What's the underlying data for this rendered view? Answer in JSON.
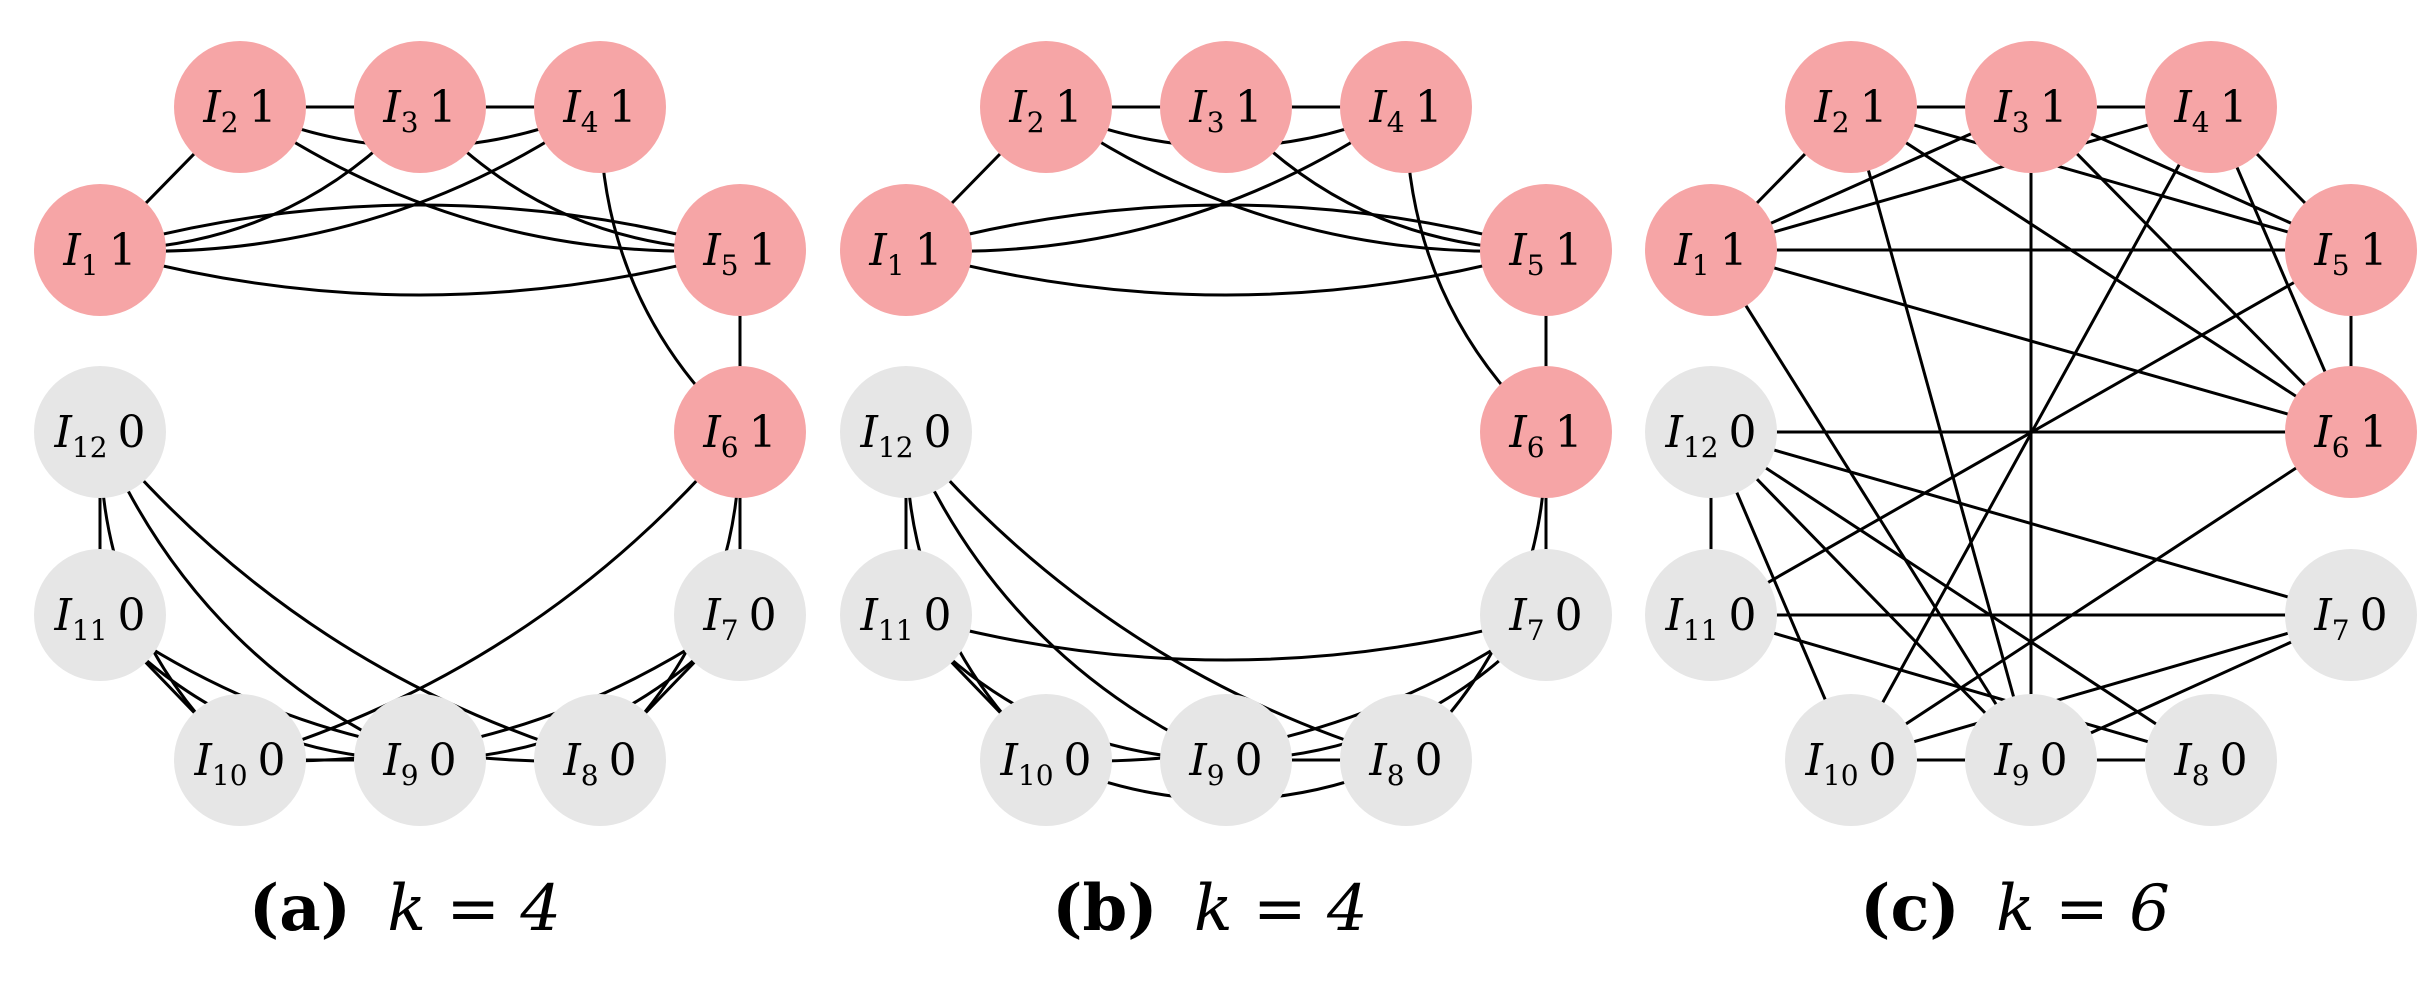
{
  "colors": {
    "active": "#f6a5a6",
    "inactive": "#e6e6e6",
    "edge": "#000000",
    "background": "#ffffff"
  },
  "panels": [
    {
      "id": "a",
      "caption": {
        "label": "(a)",
        "expr": "k = 4"
      },
      "nodes": [
        {
          "id": 1,
          "letter": "I",
          "sub": "1",
          "value": "1",
          "active": true
        },
        {
          "id": 2,
          "letter": "I",
          "sub": "2",
          "value": "1",
          "active": true
        },
        {
          "id": 3,
          "letter": "I",
          "sub": "3",
          "value": "1",
          "active": true
        },
        {
          "id": 4,
          "letter": "I",
          "sub": "4",
          "value": "1",
          "active": true
        },
        {
          "id": 5,
          "letter": "I",
          "sub": "5",
          "value": "1",
          "active": true
        },
        {
          "id": 6,
          "letter": "I",
          "sub": "6",
          "value": "1",
          "active": true
        },
        {
          "id": 7,
          "letter": "I",
          "sub": "7",
          "value": "0",
          "active": false
        },
        {
          "id": 8,
          "letter": "I",
          "sub": "8",
          "value": "0",
          "active": false
        },
        {
          "id": 9,
          "letter": "I",
          "sub": "9",
          "value": "0",
          "active": false
        },
        {
          "id": 10,
          "letter": "I",
          "sub": "10",
          "value": "0",
          "active": false
        },
        {
          "id": 11,
          "letter": "I",
          "sub": "11",
          "value": "0",
          "active": false
        },
        {
          "id": 12,
          "letter": "I",
          "sub": "12",
          "value": "0",
          "active": false
        }
      ],
      "edges": [
        [
          1,
          2
        ],
        [
          2,
          3
        ],
        [
          3,
          4
        ],
        [
          5,
          6
        ],
        [
          6,
          7
        ],
        [
          7,
          8
        ],
        [
          9,
          10
        ],
        [
          10,
          11
        ],
        [
          11,
          12
        ],
        [
          1,
          3
        ],
        [
          3,
          5
        ],
        [
          1,
          5
        ],
        [
          2,
          4
        ],
        [
          2,
          5
        ],
        [
          1,
          4
        ],
        [
          1,
          5
        ],
        [
          4,
          6
        ],
        [
          12,
          8
        ],
        [
          12,
          9
        ],
        [
          12,
          10
        ],
        [
          11,
          9
        ],
        [
          11,
          8
        ],
        [
          10,
          6
        ],
        [
          10,
          7
        ],
        [
          9,
          7
        ],
        [
          8,
          6
        ]
      ]
    },
    {
      "id": "b",
      "caption": {
        "label": "(b)",
        "expr": "k = 4"
      },
      "nodes": [
        {
          "id": 1,
          "letter": "I",
          "sub": "1",
          "value": "1",
          "active": true
        },
        {
          "id": 2,
          "letter": "I",
          "sub": "2",
          "value": "1",
          "active": true
        },
        {
          "id": 3,
          "letter": "I",
          "sub": "3",
          "value": "1",
          "active": true
        },
        {
          "id": 4,
          "letter": "I",
          "sub": "4",
          "value": "1",
          "active": true
        },
        {
          "id": 5,
          "letter": "I",
          "sub": "5",
          "value": "1",
          "active": true
        },
        {
          "id": 6,
          "letter": "I",
          "sub": "6",
          "value": "1",
          "active": true
        },
        {
          "id": 7,
          "letter": "I",
          "sub": "7",
          "value": "0",
          "active": false
        },
        {
          "id": 8,
          "letter": "I",
          "sub": "8",
          "value": "0",
          "active": false
        },
        {
          "id": 9,
          "letter": "I",
          "sub": "9",
          "value": "0",
          "active": false
        },
        {
          "id": 10,
          "letter": "I",
          "sub": "10",
          "value": "0",
          "active": false
        },
        {
          "id": 11,
          "letter": "I",
          "sub": "11",
          "value": "0",
          "active": false
        },
        {
          "id": 12,
          "letter": "I",
          "sub": "12",
          "value": "0",
          "active": false
        }
      ],
      "edges": [
        [
          1,
          2
        ],
        [
          2,
          3
        ],
        [
          3,
          4
        ],
        [
          5,
          6
        ],
        [
          6,
          7
        ],
        [
          8,
          9
        ],
        [
          10,
          11
        ],
        [
          11,
          12
        ],
        [
          1,
          4
        ],
        [
          1,
          5
        ],
        [
          1,
          5
        ],
        [
          2,
          4
        ],
        [
          2,
          5
        ],
        [
          3,
          5
        ],
        [
          4,
          6
        ],
        [
          11,
          7
        ],
        [
          12,
          8
        ],
        [
          12,
          9
        ],
        [
          12,
          10
        ],
        [
          11,
          9
        ],
        [
          10,
          7
        ],
        [
          10,
          8
        ],
        [
          9,
          7
        ],
        [
          8,
          6
        ]
      ]
    },
    {
      "id": "c",
      "caption": {
        "label": "(c)",
        "expr": "k = 6"
      },
      "nodes": [
        {
          "id": 1,
          "letter": "I",
          "sub": "1",
          "value": "1",
          "active": true
        },
        {
          "id": 2,
          "letter": "I",
          "sub": "2",
          "value": "1",
          "active": true
        },
        {
          "id": 3,
          "letter": "I",
          "sub": "3",
          "value": "1",
          "active": true
        },
        {
          "id": 4,
          "letter": "I",
          "sub": "4",
          "value": "1",
          "active": true
        },
        {
          "id": 5,
          "letter": "I",
          "sub": "5",
          "value": "1",
          "active": true
        },
        {
          "id": 6,
          "letter": "I",
          "sub": "6",
          "value": "1",
          "active": true
        },
        {
          "id": 7,
          "letter": "I",
          "sub": "7",
          "value": "0",
          "active": false
        },
        {
          "id": 8,
          "letter": "I",
          "sub": "8",
          "value": "0",
          "active": false
        },
        {
          "id": 9,
          "letter": "I",
          "sub": "9",
          "value": "0",
          "active": false
        },
        {
          "id": 10,
          "letter": "I",
          "sub": "10",
          "value": "0",
          "active": false
        },
        {
          "id": 11,
          "letter": "I",
          "sub": "11",
          "value": "0",
          "active": false
        },
        {
          "id": 12,
          "letter": "I",
          "sub": "12",
          "value": "0",
          "active": false
        }
      ],
      "edges": [
        [
          1,
          2
        ],
        [
          2,
          3
        ],
        [
          3,
          4
        ],
        [
          4,
          5
        ],
        [
          5,
          6
        ],
        [
          8,
          9
        ],
        [
          9,
          10
        ],
        [
          11,
          12
        ],
        [
          1,
          3
        ],
        [
          1,
          4
        ],
        [
          1,
          5
        ],
        [
          1,
          6
        ],
        [
          1,
          9
        ],
        [
          2,
          5
        ],
        [
          2,
          6
        ],
        [
          2,
          9
        ],
        [
          3,
          5
        ],
        [
          3,
          6
        ],
        [
          3,
          9
        ],
        [
          4,
          6
        ],
        [
          4,
          10
        ],
        [
          5,
          11
        ],
        [
          6,
          10
        ],
        [
          6,
          12
        ],
        [
          12,
          7
        ],
        [
          12,
          8
        ],
        [
          12,
          9
        ],
        [
          12,
          10
        ],
        [
          11,
          7
        ],
        [
          11,
          8
        ],
        [
          10,
          7
        ],
        [
          9,
          7
        ],
        [
          10,
          8
        ]
      ]
    }
  ]
}
